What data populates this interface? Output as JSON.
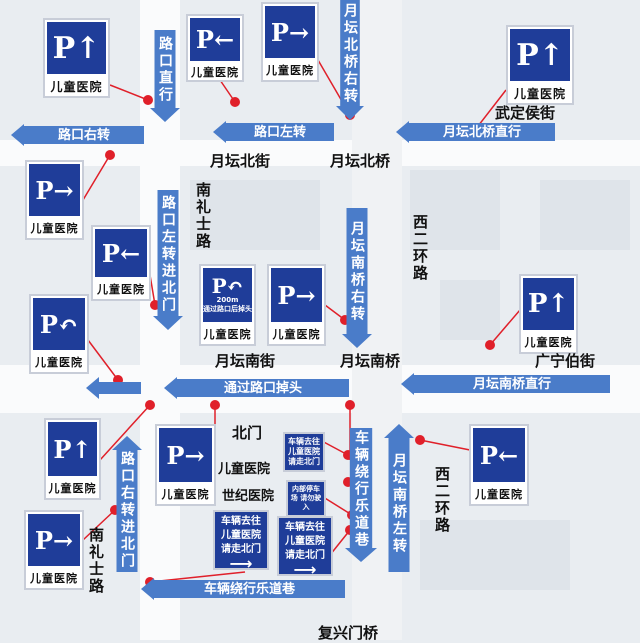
{
  "signs": {
    "hospital": "儿童医院",
    "p_up": "P↑",
    "p_left": "P←",
    "p_right": "P→",
    "p_uturn": "P↶",
    "uturn_sub": "200m",
    "uturn_note": "通过路口后掉头",
    "redirect_1": "车辆去往儿童医院请走北门",
    "redirect_arrow": "⟶",
    "small_1": "车辆去往儿童医院请走北门",
    "small_2": "内部停车场 请勿驶入"
  },
  "arrows": {
    "straight_at_junction": "路口直行",
    "yuetan_north_bridge_right": "月坛北桥右转",
    "junction_right": "路口右转",
    "junction_left": "路口左转",
    "yuetan_north_bridge_straight": "月坛北桥直行",
    "left_into_north_gate": "路口左转进北门",
    "yuetan_south_bridge_right": "月坛南桥右转",
    "uturn_at_junction": "通过路口掉头",
    "yuetan_south_bridge_straight": "月坛南桥直行",
    "right_into_north_gate": "路口右转进北门",
    "detour_ledao_lane_v": "车辆绕行乐道巷",
    "yuetan_south_bridge_left": "月坛南桥左转",
    "detour_ledao_lane_h": "车辆绕行乐道巷"
  },
  "labels": {
    "wudinghou_st": "武定侯街",
    "yuetan_north_st": "月坛北街",
    "yuetan_north_bridge": "月坛北桥",
    "nanlishi_rd": "南礼士路",
    "west_2nd_ring": "西二环路",
    "yuetan_south_st": "月坛南街",
    "yuetan_south_bridge": "月坛南桥",
    "guangningbo_st": "广宁伯街",
    "north_gate": "北门",
    "childrens_hospital": "儿童医院",
    "century_hospital": "世纪医院",
    "fuxingmen_bridge": "复兴门桥"
  },
  "colors": {
    "sign_blue": "#1f3d99",
    "arrow_blue": "#4a7cc9",
    "marker_red": "#e0202a"
  }
}
